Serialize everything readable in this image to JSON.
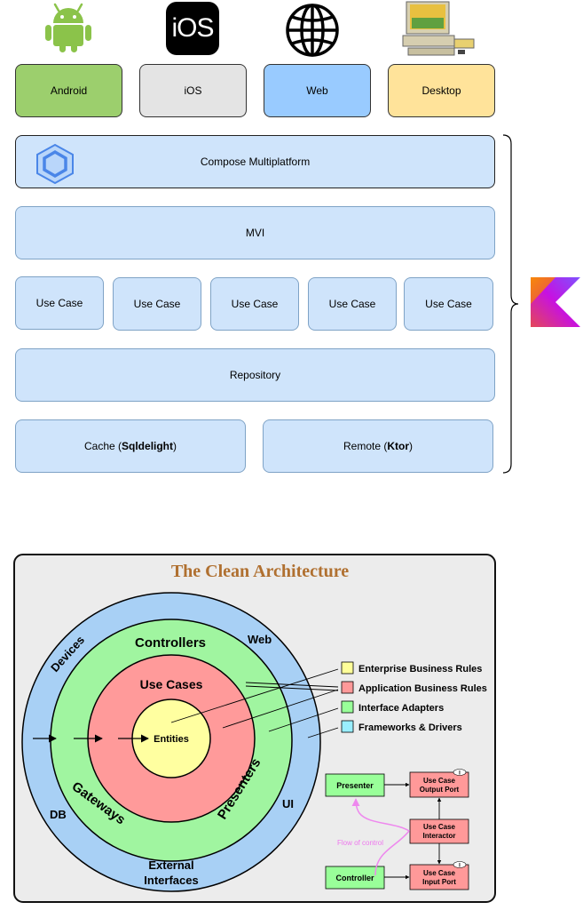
{
  "platforms": [
    {
      "label": "Android",
      "icon": "android-icon"
    },
    {
      "label": "iOS",
      "icon": "ios-icon"
    },
    {
      "label": "Web",
      "icon": "globe-icon"
    },
    {
      "label": "Desktop",
      "icon": "desktop-computer-icon"
    }
  ],
  "ios_logo_text": "iOS",
  "layers": {
    "compose": "Compose Multiplatform",
    "mvi": "MVI",
    "use_cases": [
      "Use Case",
      "Use Case",
      "Use Case",
      "Use Case",
      "Use Case"
    ],
    "repository": "Repository",
    "cache": {
      "prefix": "Cache (",
      "name": "Sqldelight",
      "suffix": ")"
    },
    "remote": {
      "prefix": "Remote (",
      "name": "Ktor",
      "suffix": ")"
    }
  },
  "kotlin_icon": "kotlin-logo-icon",
  "compose_icon": "compose-multiplatform-logo-icon",
  "clean": {
    "title": "The Clean Architecture",
    "ring_labels": {
      "devices": "Devices",
      "web": "Web",
      "db": "DB",
      "ui": "UI",
      "external_line1": "External",
      "external_line2": "Interfaces",
      "controllers": "Controllers",
      "gateways": "Gateways",
      "presenters": "Presenters",
      "use_cases": "Use Cases",
      "entities": "Entities"
    },
    "legend": [
      {
        "label": "Enterprise Business Rules",
        "color": "#ffff99"
      },
      {
        "label": "Application Business Rules",
        "color": "#ff9999"
      },
      {
        "label": "Interface Adapters",
        "color": "#99ff99"
      },
      {
        "label": "Frameworks & Drivers",
        "color": "#99eeff"
      }
    ],
    "flow": {
      "presenter": "Presenter",
      "controller": "Controller",
      "output_port_line1": "Use Case",
      "output_port_line2": "Output Port",
      "interactor_line1": "Use Case",
      "interactor_line2": "Interactor",
      "input_port_line1": "Use Case",
      "input_port_line2": "Input Port",
      "flow_of_control": "Flow of control",
      "interface_marker": "I"
    }
  },
  "colors": {
    "yellow": "#ffffa0",
    "red": "#ff9a9a",
    "green": "#a0f5a0",
    "blue": "#a8d0f5",
    "title": "#b07030"
  }
}
